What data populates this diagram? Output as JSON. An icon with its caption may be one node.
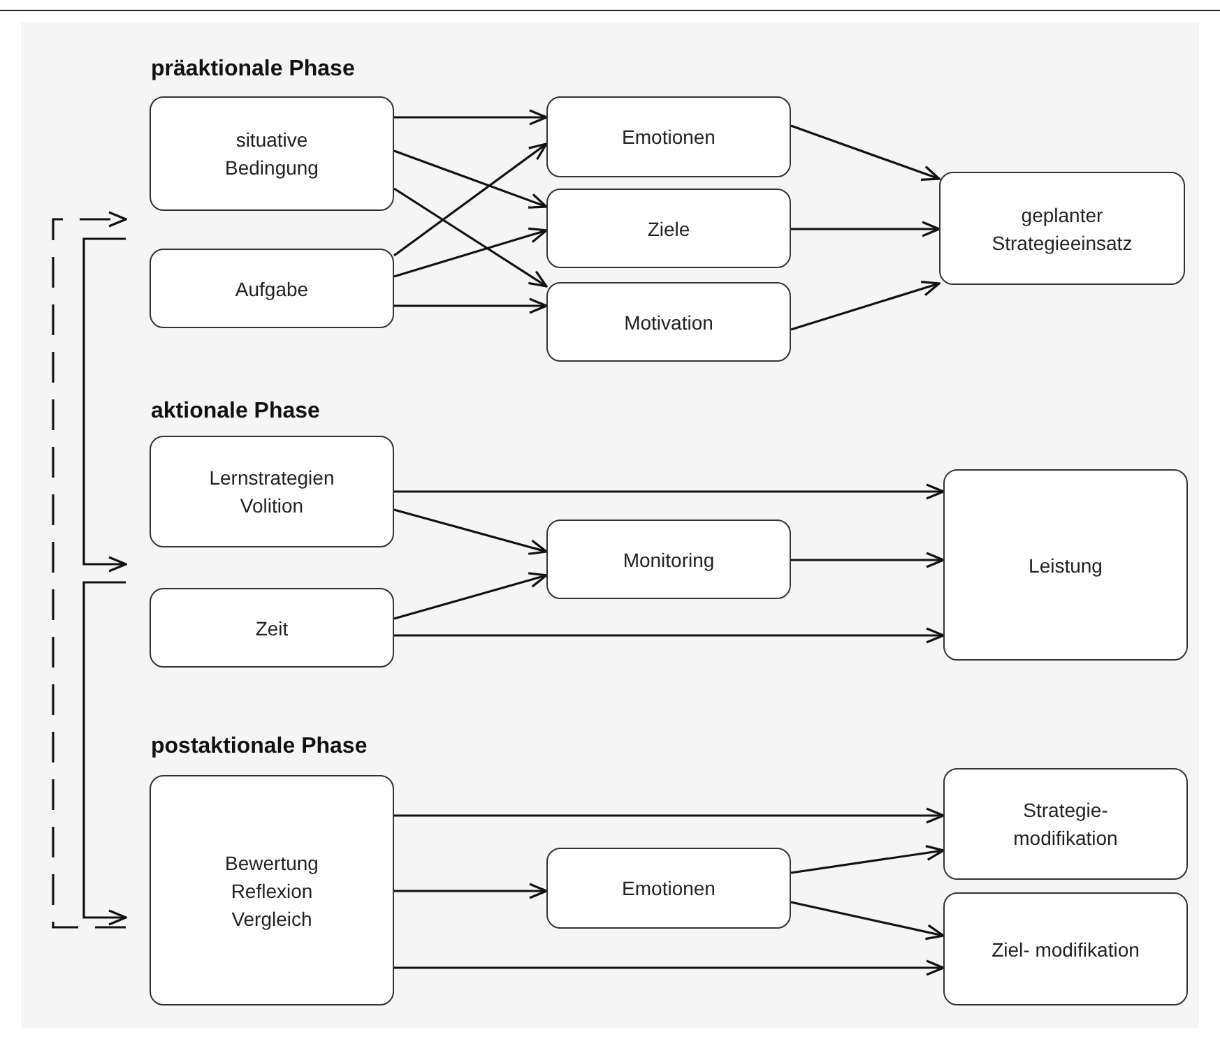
{
  "diagram": {
    "nodes": [
      {
        "text": [
          "situative Bedingung"
        ]
      },
      {
        "text": [
          "Aufgabe"
        ]
      },
      {
        "text": [
          "Emotionen"
        ]
      },
      {
        "text": [
          "Ziele"
        ]
      },
      {
        "text": [
          "Motivation"
        ]
      },
      {
        "text": [
          "geplanter Strategieeinsatz"
        ]
      },
      {
        "text": [
          "Lernstrategien Volition"
        ]
      },
      {
        "text": [
          "Zeit"
        ]
      },
      {
        "text": [
          "Monitoring"
        ]
      },
      {
        "text": [
          "Leistung"
        ]
      },
      {
        "text": [
          "Bewertung Reflexion Vergleich"
        ]
      },
      {
        "text": [
          "Emotionen"
        ]
      },
      {
        "text": [
          "Strategie- modifikation"
        ]
      },
      {
        "text": [
          "Ziel- modifikation"
        ]
      }
    ],
    "edges": [
      {
        "from": 0,
        "to": 2,
        "arrow": "to"
      },
      {
        "from": 0,
        "to": 3,
        "arrow": "to"
      },
      {
        "from": 0,
        "to": 4,
        "arrow": "to"
      },
      {
        "from": 1,
        "to": 2,
        "arrow": "to"
      },
      {
        "from": 1,
        "to": 3,
        "arrow": "to"
      },
      {
        "from": 1,
        "to": 4,
        "arrow": "to"
      },
      {
        "from": 2,
        "to": 5,
        "arrow": "to"
      },
      {
        "from": 3,
        "to": 5,
        "arrow": "to"
      },
      {
        "from": 4,
        "to": 5,
        "arrow": "to"
      },
      {
        "from": 6,
        "to": 9,
        "arrow": "to"
      },
      {
        "from": 6,
        "to": 8,
        "arrow": "to"
      },
      {
        "from": 7,
        "to": 8,
        "arrow": "to"
      },
      {
        "from": 7,
        "to": 9,
        "arrow": "to"
      },
      {
        "from": 8,
        "to": 9,
        "arrow": "to"
      },
      {
        "from": 10,
        "to": 12,
        "arrow": "to"
      },
      {
        "from": 10,
        "to": 11,
        "arrow": "to"
      },
      {
        "from": 10,
        "to": 13,
        "arrow": "to"
      },
      {
        "from": 11,
        "to": 12,
        "arrow": "to"
      },
      {
        "from": 11,
        "to": 13,
        "arrow": "to"
      },
      {
        "from": null,
        "to": 0,
        "arrow": "to",
        "style": "dashed"
      },
      {
        "from": null,
        "to": 6,
        "arrow": "to"
      },
      {
        "from": null,
        "to": 10,
        "arrow": "to"
      }
    ],
    "labels": [
      "präaktionale Phase",
      "aktionale Phase",
      "postaktionale Phase"
    ]
  }
}
